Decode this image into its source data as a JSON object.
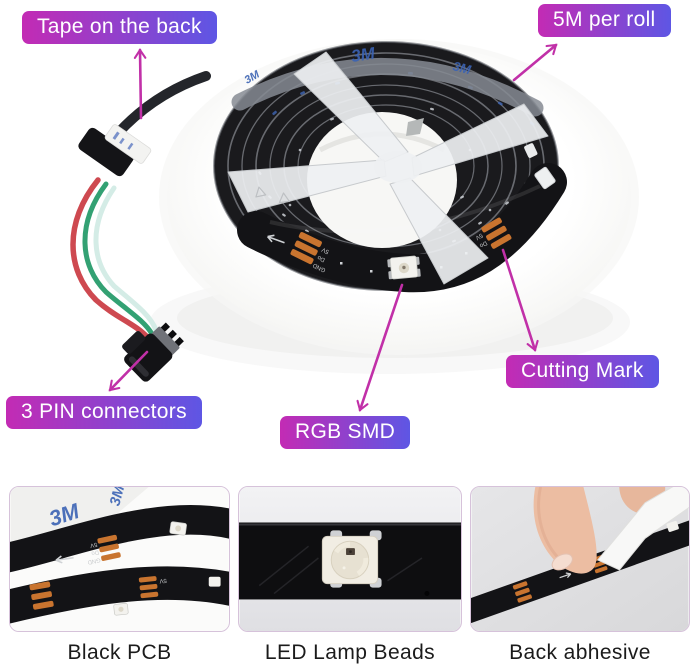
{
  "callouts": {
    "tape": "Tape on the back",
    "length": "5M per roll",
    "cutting": "Cutting Mark",
    "connectors": "3 PIN connectors",
    "smd": "RGB SMD"
  },
  "gallery": {
    "items": [
      {
        "caption": "Black PCB"
      },
      {
        "caption": "LED Lamp Beads"
      },
      {
        "caption": "Back abhesive"
      }
    ]
  },
  "markings": {
    "brand": "3M",
    "pads": [
      "5V",
      "Do",
      "GND"
    ]
  },
  "colors": {
    "badge_start": "#c32bb4",
    "badge_end": "#5e56e4",
    "arrow": "#c130a8",
    "copper": "#c9742f",
    "pcb": "#131316"
  }
}
